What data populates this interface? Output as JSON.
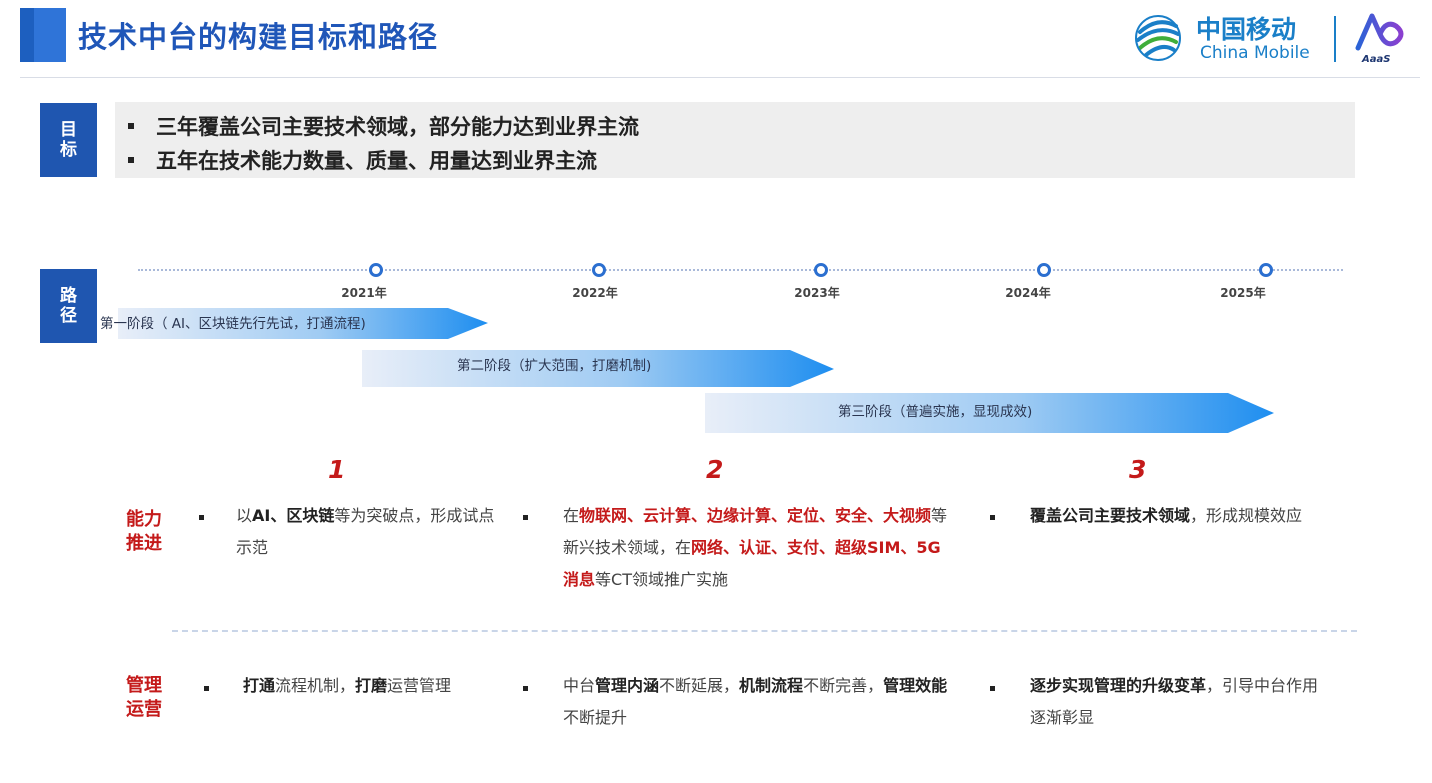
{
  "header": {
    "title": "技术中台的构建目标和路径",
    "logo_cn": "中国移动",
    "logo_en": "China Mobile",
    "aaas": "AaaS"
  },
  "goal": {
    "tag": "目标",
    "items": [
      "三年覆盖公司主要技术领域，部分能力达到业界主流",
      "五年在技术能力数量、质量、用量达到业界主流"
    ]
  },
  "path": {
    "tag": "路径",
    "years": [
      "2021年",
      "2022年",
      "2023年",
      "2024年",
      "2025年"
    ],
    "stages": [
      "第一阶段（ AI、区块链先行先试，打通流程)",
      "第二阶段（扩大范围，打磨机制)",
      "第三阶段（普遍实施，显现成效)"
    ]
  },
  "columns": {
    "numbers": [
      "1",
      "2",
      "3"
    ],
    "rows": [
      {
        "head": "能力推进",
        "cells": [
          [
            {
              "t": "以"
            },
            {
              "t": "AI、区块链",
              "s": "b"
            },
            {
              "t": "等为突破点，形成试点示范"
            }
          ],
          [
            {
              "t": "在"
            },
            {
              "t": "物联网、云计算、边缘计算、定位、安全、大视频",
              "s": "r"
            },
            {
              "t": "等新兴技术领域，在"
            },
            {
              "t": "网络、认证、支付、超级SIM、5G消息",
              "s": "r"
            },
            {
              "t": "等CT领域推广实施"
            }
          ],
          [
            {
              "t": "覆盖公司主要技术领域",
              "s": "b"
            },
            {
              "t": "，形成规模效应"
            }
          ]
        ]
      },
      {
        "head": "管理运营",
        "cells": [
          [
            {
              "t": "打通",
              "s": "b"
            },
            {
              "t": "流程机制，"
            },
            {
              "t": "打磨",
              "s": "b"
            },
            {
              "t": "运营管理"
            }
          ],
          [
            {
              "t": "中台"
            },
            {
              "t": "管理内涵",
              "s": "b"
            },
            {
              "t": "不断延展，"
            },
            {
              "t": "机制流程",
              "s": "b"
            },
            {
              "t": "不断完善，"
            },
            {
              "t": "管理效能",
              "s": "b"
            },
            {
              "t": "不断提升"
            }
          ],
          [
            {
              "t": "逐步实现管理的升级变革",
              "s": "b"
            },
            {
              "t": "，引导中台作用逐渐彰显"
            }
          ]
        ]
      }
    ]
  },
  "colors": {
    "brand_blue": "#1f56b0",
    "accent_red": "#c41a1a",
    "arrow_blue": "#1e8ef0"
  }
}
